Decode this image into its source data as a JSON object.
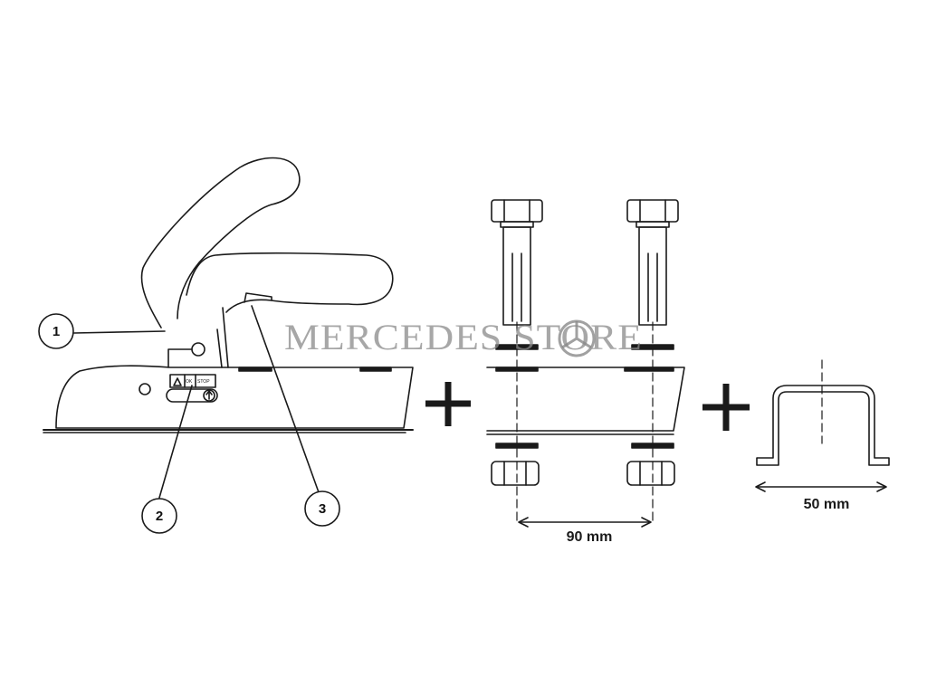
{
  "callouts": [
    "1",
    "2",
    "3"
  ],
  "bolt_spacing_label": "90 mm",
  "profile_width_label": "50 mm",
  "indicator": {
    "ok": "OK",
    "stop": "STOP"
  },
  "watermark": "MERCEDES STORE",
  "colors": {
    "line": "#1a1a1a",
    "watermark": "#8a8a8a",
    "background": "#ffffff"
  }
}
